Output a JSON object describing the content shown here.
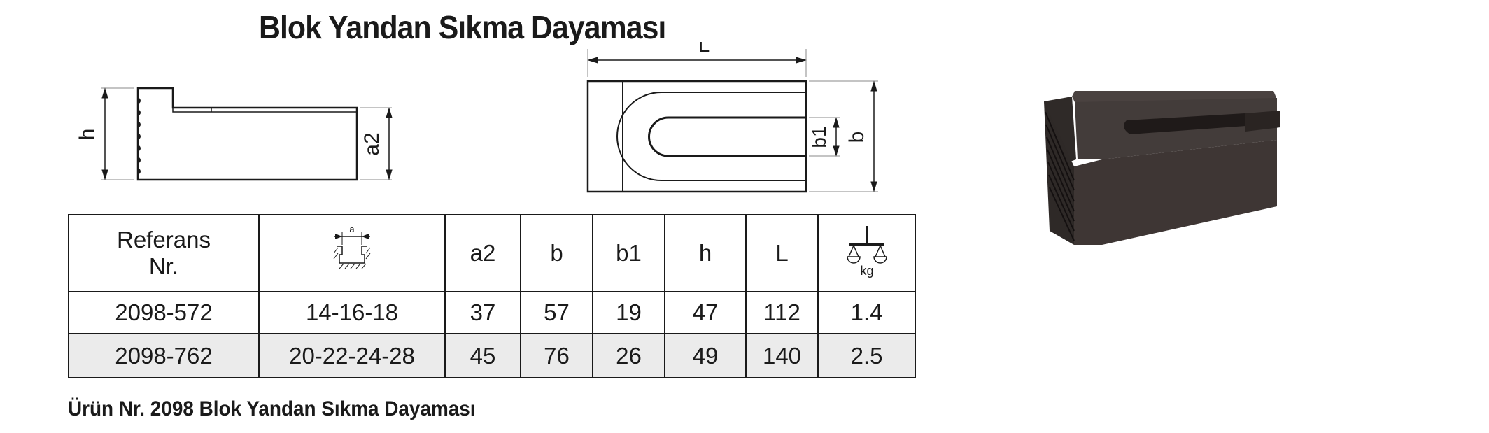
{
  "title": "Blok Yandan Sıkma Dayaması",
  "side_view": {
    "dim_h": "h",
    "dim_a2": "a2"
  },
  "top_view": {
    "dim_L": "L",
    "dim_b": "b",
    "dim_b1": "b1"
  },
  "table": {
    "headers": [
      {
        "label_line1": "Referans",
        "label_line2": "Nr."
      },
      {
        "icon": "t-slot-icon",
        "icon_label": "a"
      },
      {
        "label": "a2"
      },
      {
        "label": "b"
      },
      {
        "label": "b1"
      },
      {
        "label": "h"
      },
      {
        "label": "L"
      },
      {
        "icon": "scale-weight-icon",
        "icon_label": "kg"
      }
    ],
    "rows": [
      {
        "ref": "2098-572",
        "a": "14-16-18",
        "a2": "37",
        "b": "57",
        "b1": "19",
        "h": "47",
        "L": "112",
        "kg": "1.4"
      },
      {
        "ref": "2098-762",
        "a": "20-22-24-28",
        "a2": "45",
        "b": "76",
        "b1": "26",
        "h": "49",
        "L": "140",
        "kg": "2.5"
      }
    ]
  },
  "caption": "Ürün Nr. 2098 Blok Yandan Sıkma Dayaması",
  "colors": {
    "line": "#1a1a1a",
    "alt_row": "#ebebeb",
    "product": "#3b3533"
  }
}
